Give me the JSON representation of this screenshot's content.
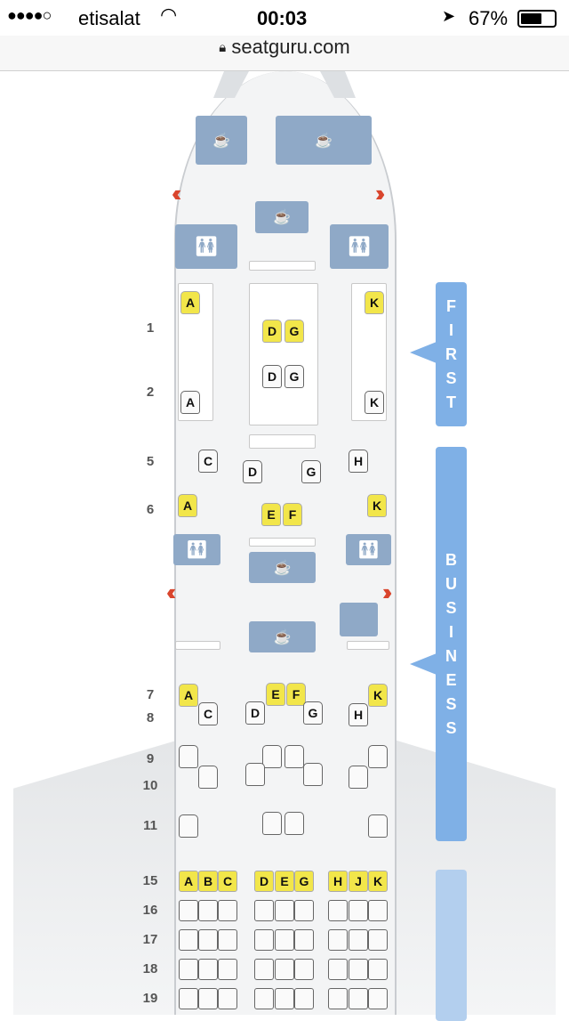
{
  "status_bar": {
    "carrier": "etisalat",
    "signal": "●●●●○",
    "time": "00:03",
    "battery": "67%"
  },
  "url_bar": {
    "domain": "seatguru.com"
  },
  "sections": [
    {
      "label": "FIRST"
    },
    {
      "label": "BUSINESS"
    },
    {
      "label": ""
    }
  ],
  "rows": [
    "1",
    "2",
    "5",
    "6",
    "7",
    "8",
    "9",
    "10",
    "11",
    "15",
    "16",
    "17",
    "18",
    "19"
  ],
  "seats": [
    {
      "label": "A",
      "selected": true
    },
    {
      "label": "K",
      "selected": true
    },
    {
      "label": "D",
      "selected": true
    },
    {
      "label": "G",
      "selected": true
    },
    {
      "label": "D",
      "selected": false
    },
    {
      "label": "G",
      "selected": false
    },
    {
      "label": "A",
      "selected": false
    },
    {
      "label": "K",
      "selected": false
    },
    {
      "label": "C",
      "selected": false
    },
    {
      "label": "D",
      "selected": false
    },
    {
      "label": "G",
      "selected": false
    },
    {
      "label": "H",
      "selected": false
    },
    {
      "label": "A",
      "selected": true
    },
    {
      "label": "K",
      "selected": true
    },
    {
      "label": "E",
      "selected": true
    },
    {
      "label": "F",
      "selected": true
    },
    {
      "label": "A",
      "selected": true
    },
    {
      "label": "E",
      "selected": true
    },
    {
      "label": "F",
      "selected": true
    },
    {
      "label": "K",
      "selected": true
    },
    {
      "label": "C",
      "selected": false
    },
    {
      "label": "D",
      "selected": false
    },
    {
      "label": "G",
      "selected": false
    },
    {
      "label": "H",
      "selected": false
    },
    {
      "label": "",
      "selected": false
    },
    {
      "label": "",
      "selected": false
    },
    {
      "label": "",
      "selected": false
    },
    {
      "label": "",
      "selected": false
    },
    {
      "label": "",
      "selected": false
    },
    {
      "label": "",
      "selected": false
    },
    {
      "label": "",
      "selected": false
    },
    {
      "label": "",
      "selected": false
    },
    {
      "label": "",
      "selected": false
    },
    {
      "label": "",
      "selected": false
    },
    {
      "label": "",
      "selected": false
    },
    {
      "label": "",
      "selected": false
    }
  ],
  "economy_letters": [
    "A",
    "B",
    "C",
    "D",
    "E",
    "G",
    "H",
    "J",
    "K"
  ],
  "economy_first_row_selected": true,
  "economy_empty_rows": 4,
  "colors": {
    "selected": "#f2e64a",
    "galley": "#8fa9c7",
    "section": "#7fb0e6",
    "exit": "#d9452d"
  }
}
